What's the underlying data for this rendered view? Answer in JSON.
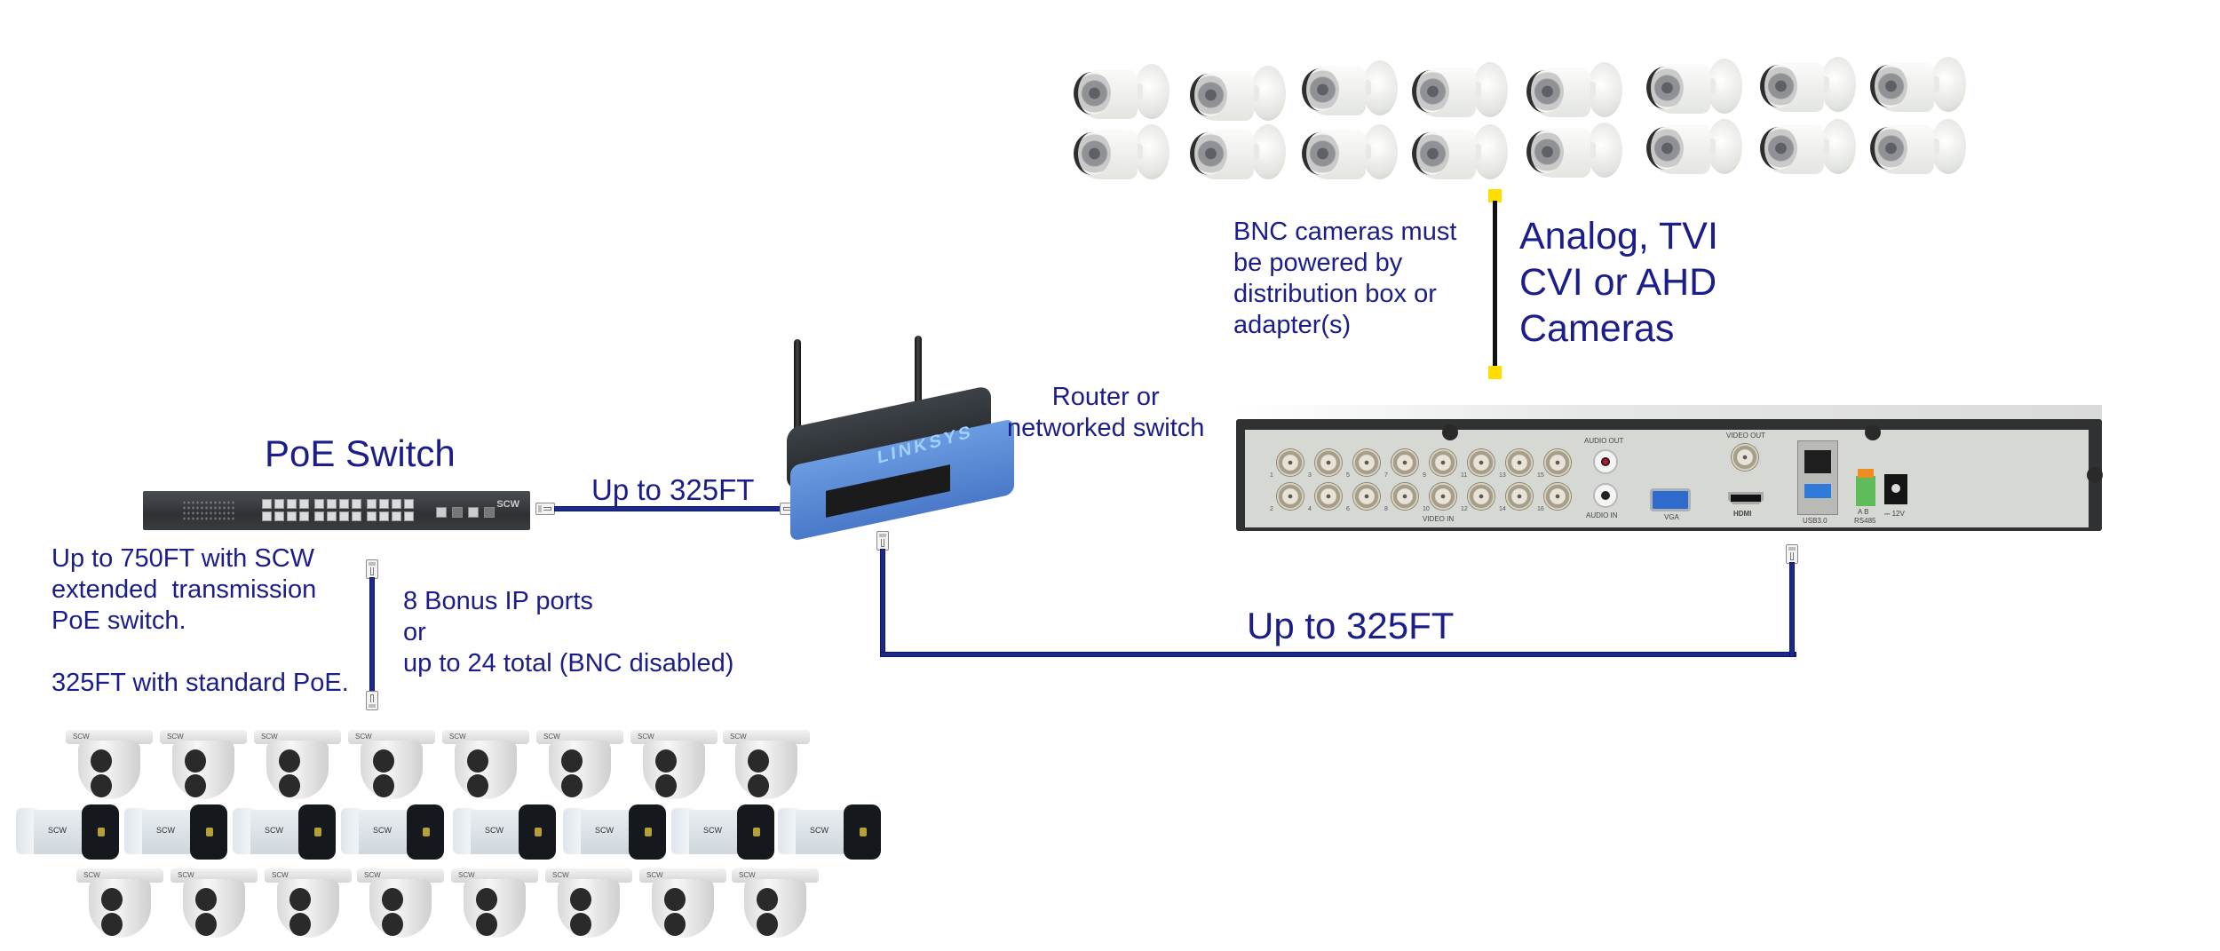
{
  "diagram": {
    "poe_switch": {
      "title": "PoE Switch",
      "brand": "SCW",
      "port_count": 24,
      "uplink_rj45": 2,
      "uplink_sfp": 2
    },
    "switch_to_router_cable": {
      "label": "Up to 325FT"
    },
    "router": {
      "label": "Router or\nnetworked switch",
      "brand": "LINKSYS"
    },
    "router_to_dvr_cable": {
      "label": "Up to 325FT"
    },
    "switch_notes": {
      "extended": "Up to 750FT with SCW\nextended  transmission\nPoE switch.",
      "standard": "325FT with standard PoE."
    },
    "ip_ports_note": "8 Bonus IP ports\nor\nup to 24 total (BNC disabled)",
    "bnc_power_note": "BNC cameras must\nbe powered by\ndistribution box or\nadapter(s)",
    "analog_label": "Analog, TVI\nCVI or AHD\nCameras",
    "dvr": {
      "labels": {
        "audio_out": "AUDIO OUT",
        "audio_in": "AUDIO IN",
        "video_out": "VIDEO OUT",
        "video_in": "VIDEO IN",
        "vga": "VGA",
        "hdmi": "HDMI",
        "usb": "USB3.0",
        "rs485_ab": "A  B",
        "rs485": "RS485",
        "power": "⎓ 12V"
      },
      "bnc_inputs": [
        "1",
        "3",
        "5",
        "7",
        "9",
        "11",
        "13",
        "15",
        "2",
        "4",
        "6",
        "8",
        "10",
        "12",
        "14",
        "16"
      ]
    },
    "analog_cameras": {
      "count": 16,
      "rows": 2,
      "per_row": 8
    },
    "ip_cameras": {
      "dome_top_row": 8,
      "bullet_row": 8,
      "dome_bottom_row": 8,
      "brand": "SCW"
    },
    "colors": {
      "text": "#1b1d8a",
      "cable": "#1c2a8c",
      "bnc_line": "#111111",
      "bnc_end": "#ffdd00"
    }
  }
}
